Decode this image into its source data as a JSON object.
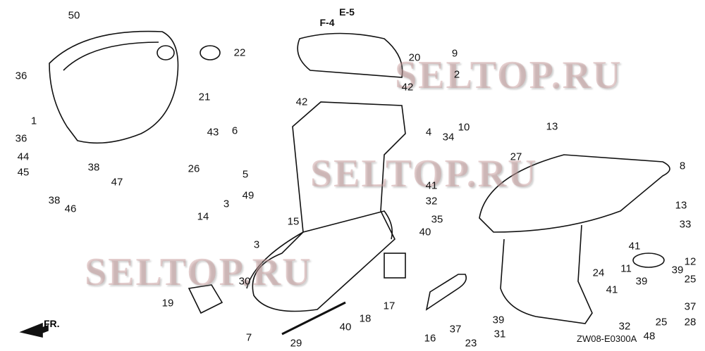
{
  "diagram_code": "ZW08-E0300A",
  "direction_label": "FR.",
  "watermarks": [
    "SELTOP.RU",
    "SELTOP.RU",
    "SELTOP.RU"
  ],
  "references": [
    "F-4",
    "E-5"
  ],
  "callouts": [
    "50",
    "22",
    "36",
    "21",
    "1",
    "36",
    "44",
    "38",
    "45",
    "47",
    "38",
    "46",
    "43",
    "6",
    "26",
    "5",
    "49",
    "3",
    "14",
    "15",
    "3",
    "30",
    "19",
    "7",
    "29",
    "40",
    "18",
    "17",
    "16",
    "37",
    "23",
    "40",
    "35",
    "41",
    "32",
    "34",
    "10",
    "42",
    "20",
    "42",
    "4",
    "9",
    "2",
    "13",
    "27",
    "8",
    "13",
    "33",
    "41",
    "12",
    "24",
    "11",
    "39",
    "25",
    "39",
    "41",
    "37",
    "25",
    "28",
    "48",
    "39",
    "31",
    "32"
  ]
}
